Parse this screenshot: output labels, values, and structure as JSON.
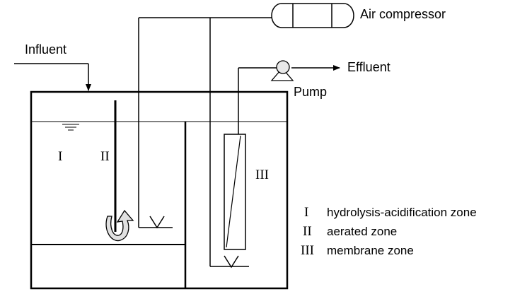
{
  "labels": {
    "air_compressor": "Air compressor",
    "influent": "Influent",
    "effluent": "Effluent",
    "pump": "Pump"
  },
  "zones": {
    "zone_1": "I",
    "zone_2": "II",
    "zone_3": "III"
  },
  "legend": [
    {
      "numeral": "I",
      "text": "hydrolysis-acidification zone"
    },
    {
      "numeral": "II",
      "text": "aerated zone"
    },
    {
      "numeral": "III",
      "text": "membrane zone"
    }
  ]
}
